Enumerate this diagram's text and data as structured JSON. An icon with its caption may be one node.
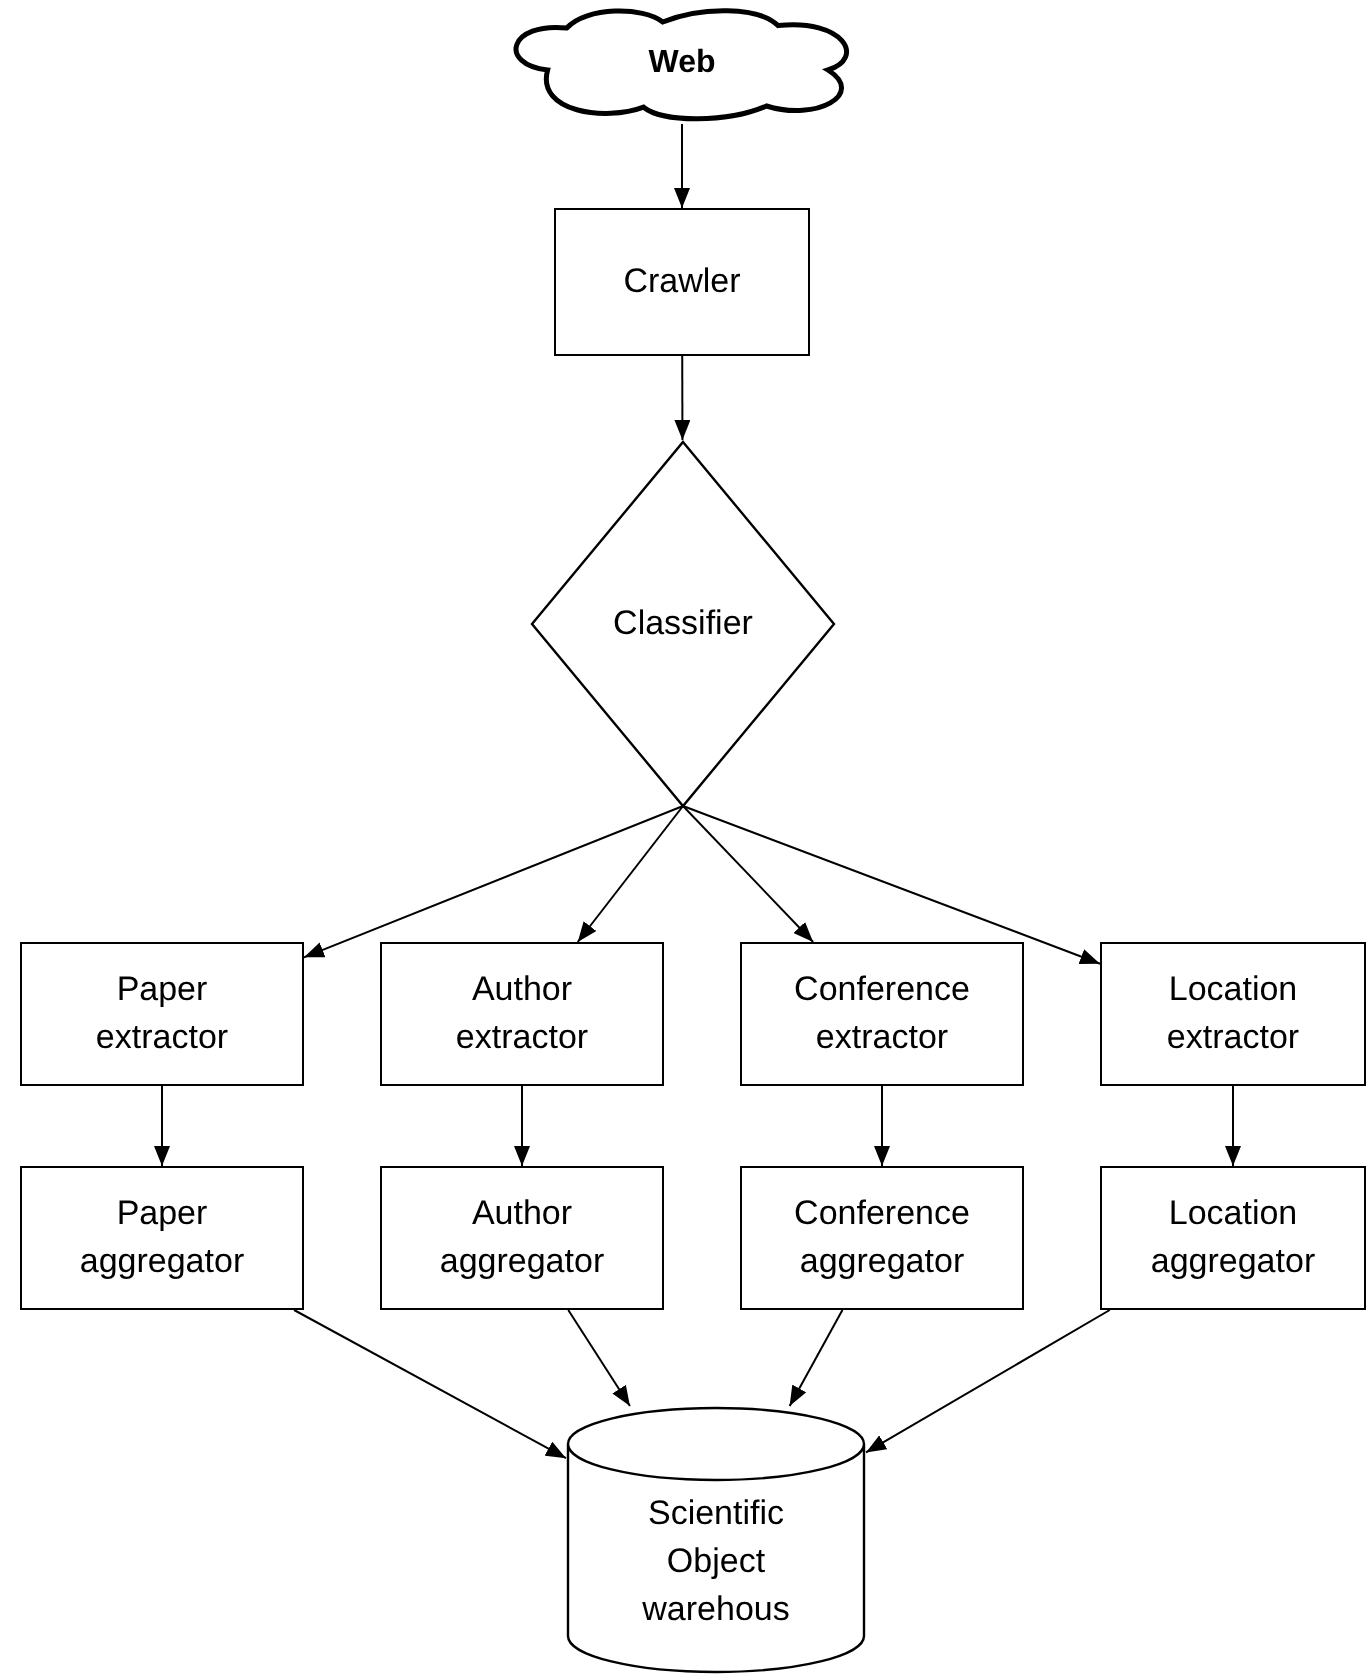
{
  "diagram": {
    "nodes": [
      {
        "text": [
          "Web"
        ]
      },
      {
        "text": [
          "Crawler"
        ]
      },
      {
        "text": [
          "Classifier"
        ]
      },
      {
        "text": [
          "Paper extractor"
        ]
      },
      {
        "text": [
          "Author extractor"
        ]
      },
      {
        "text": [
          "Conference extractor"
        ]
      },
      {
        "text": [
          "Location extractor"
        ]
      },
      {
        "text": [
          "Paper aggregator"
        ]
      },
      {
        "text": [
          "Author aggregator"
        ]
      },
      {
        "text": [
          "Conference aggregator"
        ]
      },
      {
        "text": [
          "Location aggregator"
        ]
      },
      {
        "text": [
          "Scientific Object warehous"
        ]
      }
    ],
    "edges": [
      {
        "from": 0,
        "to": 1,
        "arrow": "to"
      },
      {
        "from": 1,
        "to": 2,
        "arrow": "to"
      },
      {
        "from": 2,
        "to": 3,
        "arrow": "to"
      },
      {
        "from": 2,
        "to": 4,
        "arrow": "to"
      },
      {
        "from": 2,
        "to": 5,
        "arrow": "to"
      },
      {
        "from": 2,
        "to": 6,
        "arrow": "to"
      },
      {
        "from": 3,
        "to": 7,
        "arrow": "to"
      },
      {
        "from": 4,
        "to": 8,
        "arrow": "to"
      },
      {
        "from": 5,
        "to": 9,
        "arrow": "to"
      },
      {
        "from": 6,
        "to": 10,
        "arrow": "to"
      },
      {
        "from": 7,
        "to": 11,
        "arrow": "to"
      },
      {
        "from": 8,
        "to": 11,
        "arrow": "to"
      },
      {
        "from": 9,
        "to": 11,
        "arrow": "to"
      },
      {
        "from": 10,
        "to": 11,
        "arrow": "to"
      }
    ]
  }
}
